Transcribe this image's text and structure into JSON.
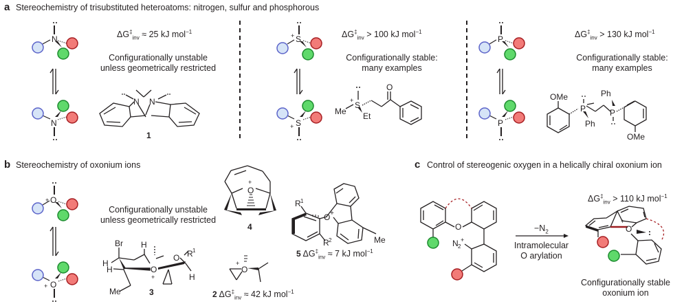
{
  "panel_a": {
    "label": "a",
    "title": "Stereochemistry of trisubstituted heteroatoms: nitrogen, sulfur and phosphorous",
    "nitrogen": {
      "atom": "N",
      "barrier_prefix": "ΔG",
      "barrier_sup": "‡",
      "barrier_sub": "inv",
      "barrier_value": " ≈ 25 kJ mol",
      "barrier_unit_sup": "−1",
      "description_line1": "Configurationally unstable",
      "description_line2": "unless geometrically restricted",
      "compound_number": "1"
    },
    "sulfur": {
      "atom": "S",
      "charge": "+",
      "barrier_prefix": "ΔG",
      "barrier_sup": "‡",
      "barrier_sub": "inv",
      "barrier_value": " > 100 kJ mol",
      "barrier_unit_sup": "−1",
      "description_line1": "Configurationally stable:",
      "description_line2": "many examples",
      "example_labels": {
        "me": "Me",
        "et": "Et",
        "o": "O",
        "s": "S",
        "plus": "+"
      }
    },
    "phosphorus": {
      "atom": "P",
      "barrier_prefix": "ΔG",
      "barrier_sup": "‡",
      "barrier_sub": "inv",
      "barrier_value": " > 130 kJ mol",
      "barrier_unit_sup": "−1",
      "description_line1": "Configurationally stable:",
      "description_line2": "many examples",
      "example_labels": {
        "ome": "OMe",
        "ph": "Ph",
        "p": "P"
      }
    }
  },
  "panel_b": {
    "label": "b",
    "title": "Stereochemistry of oxonium ions",
    "atom": "O",
    "charge": "+",
    "description_line1": "Configurationally unstable",
    "description_line2": "unless geometrically restricted",
    "compound_3": {
      "number": "3",
      "labels": {
        "br": "Br",
        "h": "H",
        "me": "Me",
        "r1": "R",
        "r1_sup": "1",
        "o": "O"
      }
    },
    "compound_4": {
      "number": "4"
    },
    "compound_2": {
      "number": "2",
      "barrier_prefix": "ΔG",
      "barrier_sup": "‡",
      "barrier_sub": "inv",
      "barrier_value": " ≈ 42 kJ mol",
      "barrier_unit_sup": "−1"
    },
    "compound_5": {
      "number": "5",
      "barrier_prefix": "ΔG",
      "barrier_sup": "‡",
      "barrier_sub": "inv",
      "barrier_value": " ≈ 7 kJ mol",
      "barrier_unit_sup": "−1",
      "labels": {
        "r1": "R",
        "r1_sup": "1",
        "r2": "R",
        "r2_sup": "2",
        "me": "Me"
      }
    }
  },
  "panel_c": {
    "label": "c",
    "title": "Control of stereogenic oxygen in a helically chiral oxonium ion",
    "reagent_label": "−N",
    "reagent_sub": "2",
    "condition_line1": "Intramolecular",
    "condition_line2": "O arylation",
    "diazonium_label": "N",
    "diazonium_sub": "2",
    "barrier_prefix": "ΔG",
    "barrier_sup": "‡",
    "barrier_sub": "inv",
    "barrier_value": " > 110 kJ mol",
    "barrier_unit_sup": "−1",
    "product_line1": "Configurationally stable",
    "product_line2": "oxonium ion"
  },
  "colors": {
    "blue_fill": "#d6e4f7",
    "blue_stroke": "#5b63c9",
    "red_fill": "#f27b78",
    "red_stroke": "#a61e22",
    "green_fill": "#5fd96b",
    "green_stroke": "#1c8a2e",
    "atom_blue": "#1f4e8c",
    "dashed_red": "#a61e22",
    "bond_red": "#9b1b1f"
  }
}
